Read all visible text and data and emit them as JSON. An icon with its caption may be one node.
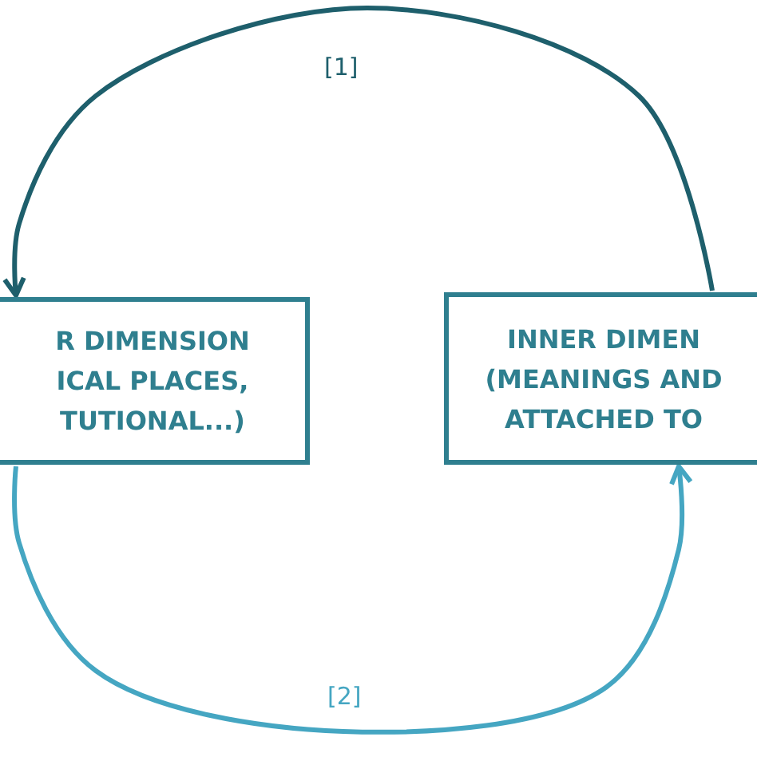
{
  "diagram": {
    "nodes": [
      {
        "text": [
          "R DIMENSION ICAL PLACES, TUTIONAL...)"
        ]
      },
      {
        "text": [
          "INNER DIMEN (MEANINGS AND ATTACHED TO"
        ]
      }
    ],
    "edges": [
      {
        "from": 1,
        "to": 0,
        "arrow": "to",
        "label": "[1]",
        "color": "#1e5f6c"
      },
      {
        "from": 0,
        "to": 1,
        "arrow": "to",
        "label": "[2]",
        "color": "#45a6c2"
      }
    ]
  }
}
